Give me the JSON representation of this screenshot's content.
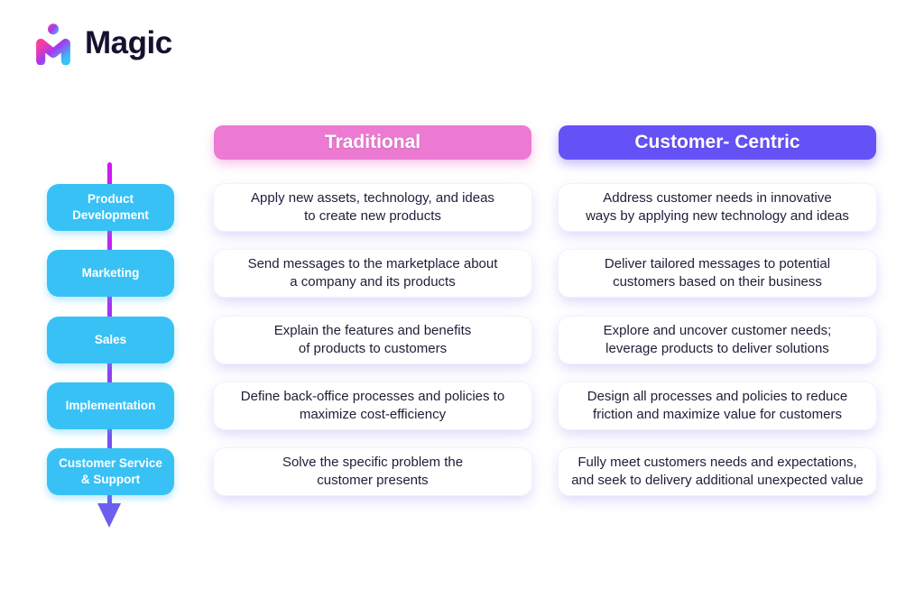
{
  "brand": {
    "name": "Magic"
  },
  "colors": {
    "traditional_header": "#ec7ad2",
    "customer_centric_header": "#6552f7",
    "stage_chip": "#38c1f5",
    "timeline_top": "#d318f0",
    "timeline_bottom": "#6a5cf0",
    "card_background": "#ffffff",
    "card_text": "#221c38",
    "brand_text": "#171130"
  },
  "columns": {
    "traditional": {
      "title": "Traditional"
    },
    "customer_centric": {
      "title": "Customer- Centric"
    }
  },
  "stages": [
    {
      "label": "Product\nDevelopment",
      "traditional": "Apply new assets, technology, and ideas\nto create new products",
      "customer_centric": "Address customer needs in innovative\nways by applying new technology and ideas"
    },
    {
      "label": "Marketing",
      "traditional": "Send messages to the marketplace about\na company and its products",
      "customer_centric": "Deliver tailored messages to potential\ncustomers based on their business"
    },
    {
      "label": "Sales",
      "traditional": "Explain the features and benefits\nof products to customers",
      "customer_centric": "Explore and uncover customer needs;\nleverage products to deliver solutions"
    },
    {
      "label": "Implementation",
      "traditional": "Define back-office processes and policies to\nmaximize cost-efficiency",
      "customer_centric": "Design all processes and policies to reduce\nfriction and maximize value for customers"
    },
    {
      "label": "Customer Service\n& Support",
      "traditional": "Solve the specific problem the\ncustomer presents",
      "customer_centric": "Fully meet customers needs and expectations,\nand seek to delivery additional unexpected value"
    }
  ]
}
